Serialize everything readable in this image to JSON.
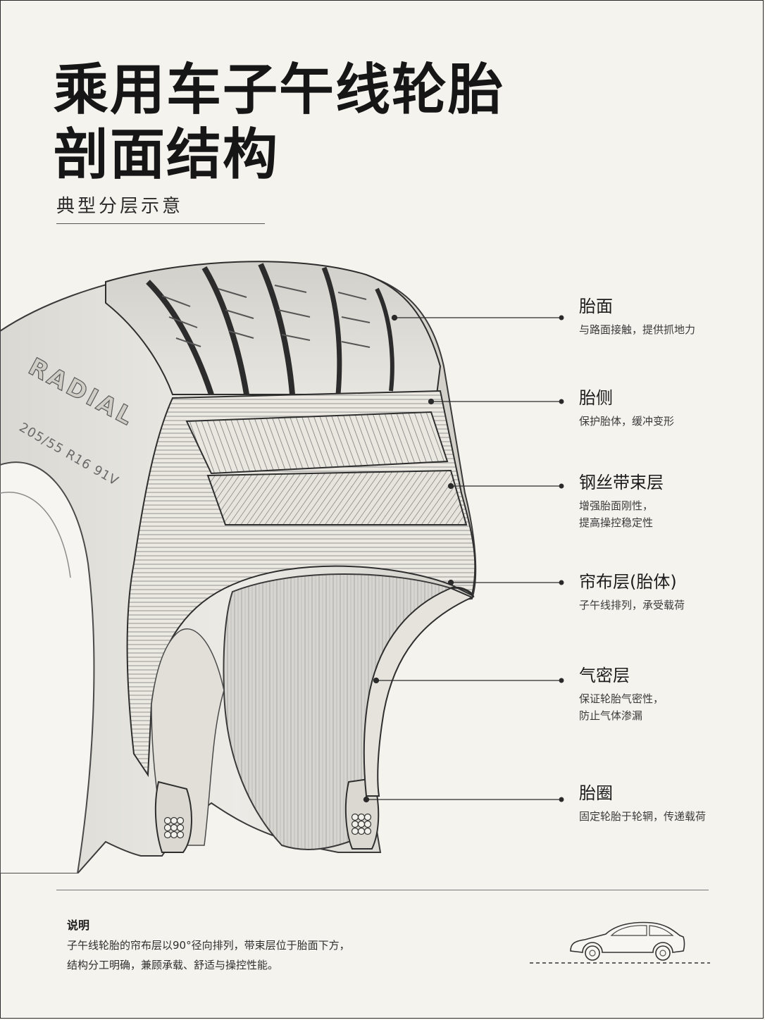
{
  "title": {
    "line1": "乘用车子午线轮胎",
    "line2": "剖面结构"
  },
  "subtitle": "典型分层示意",
  "sidewall_text": {
    "brand": "RADIAL",
    "size": "205/55 R16 91V"
  },
  "layers": [
    {
      "name": "胎面",
      "desc": [
        "与路面接触，提供抓地力"
      ]
    },
    {
      "name": "胎侧",
      "desc": [
        "保护胎体，缓冲变形"
      ]
    },
    {
      "name": "钢丝带束层",
      "desc": [
        "增强胎面刚性，",
        "提高操控稳定性"
      ]
    },
    {
      "name": "帘布层(胎体)",
      "desc": [
        "子午线排列，承受载荷"
      ]
    },
    {
      "name": "气密层",
      "desc": [
        "保证轮胎气密性，",
        "防止气体渗漏"
      ]
    },
    {
      "name": "胎圈",
      "desc": [
        "固定轮胎于轮辋，传递载荷"
      ]
    }
  ],
  "note": {
    "title": "说明",
    "lines": [
      "子午线轮胎的帘布层以90°径向排列，带束层位于胎面下方，",
      "结构分工明确，兼顾承载、舒适与操控性能。"
    ]
  },
  "colors": {
    "background": "#f4f3ee",
    "ink": "#1c1c1c",
    "line": "#2a2a2a"
  }
}
